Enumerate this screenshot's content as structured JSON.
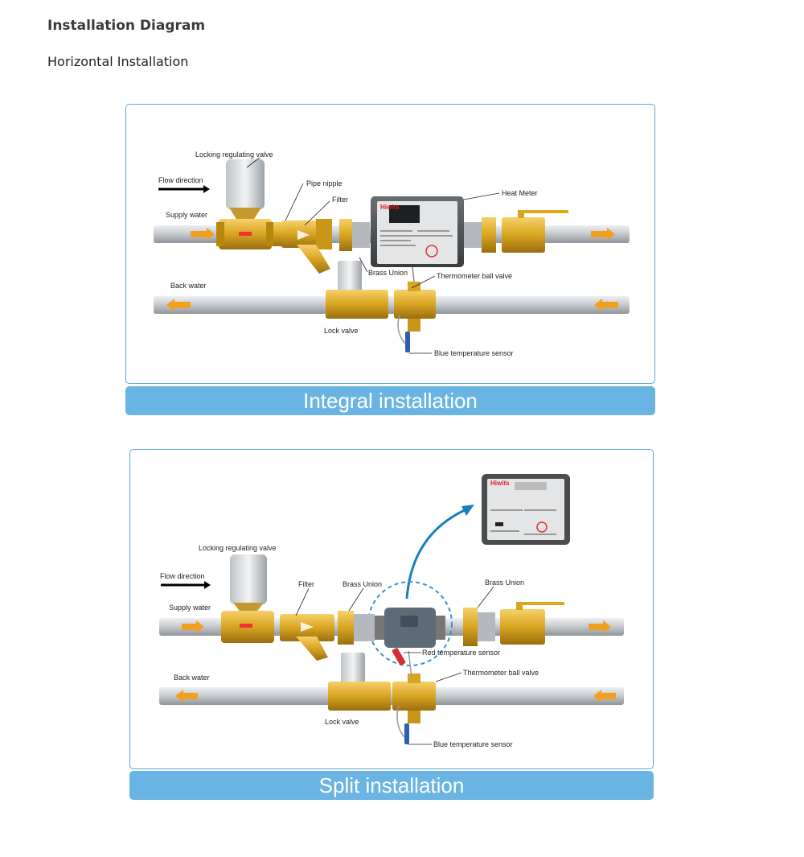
{
  "page": {
    "heading": "Installation Diagram",
    "subheading": "Horizontal Installation"
  },
  "integral": {
    "banner": "Integral installation",
    "labels": {
      "locking_valve": "Locking regulating valve",
      "flow_direction": "Flow direction",
      "pipe_nipple": "Pipe nipple",
      "filter": "Filter",
      "heat_meter": "Heat Meter",
      "supply_water": "Supply water",
      "brass_union": "Brass Union",
      "thermometer_ball_valve": "Thermometer ball valve",
      "back_water": "Back water",
      "lock_valve": "Lock valve",
      "blue_sensor": "Blue temperature sensor"
    }
  },
  "split": {
    "banner": "Split installation",
    "labels": {
      "locking_valve": "Locking regulating valve",
      "flow_direction": "Flow direction",
      "filter": "Filter",
      "brass_union_left": "Brass Union",
      "brass_union_right": "Brass Union",
      "supply_water": "Supply water",
      "red_sensor": "Red temperature sensor",
      "thermometer_ball_valve": "Thermometer ball valve",
      "back_water": "Back water",
      "lock_valve": "Lock valve",
      "blue_sensor": "Blue temperature sensor"
    }
  },
  "meter_brand": "Hiwits",
  "colors": {
    "frame": "#5aa5d6",
    "banner": "#6ab4e3",
    "brass": "#d9a520",
    "pipe": "#c9cdd1",
    "arrow": "#f0a020",
    "red_sensor": "#d23030",
    "blue_sensor": "#2f5fb0"
  }
}
